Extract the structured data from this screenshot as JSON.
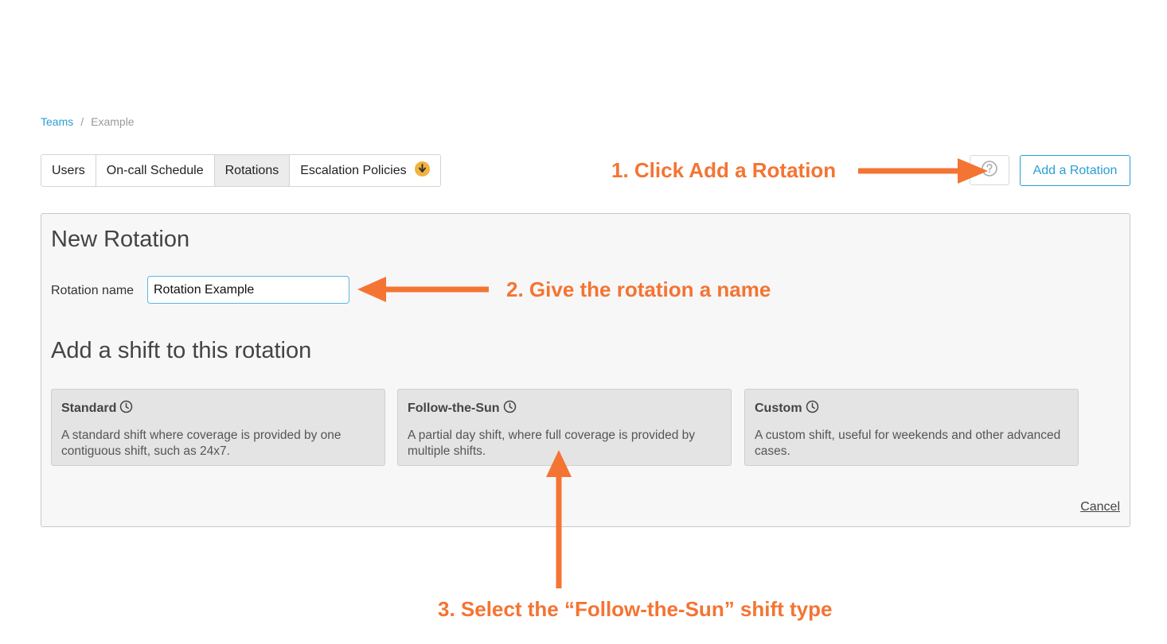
{
  "breadcrumb": {
    "teams": "Teams",
    "separator": "/",
    "current": "Example"
  },
  "tabs": [
    {
      "label": "Users",
      "active": false
    },
    {
      "label": "On-call Schedule",
      "active": false
    },
    {
      "label": "Rotations",
      "active": true
    },
    {
      "label": "Escalation Policies",
      "active": false,
      "badge_icon": "warning-badge-icon"
    }
  ],
  "toolbar": {
    "help_icon": "help-icon",
    "add_rotation_label": "Add a Rotation"
  },
  "rotation_form": {
    "title": "New Rotation",
    "name_label": "Rotation name",
    "name_value": "Rotation Example",
    "shift_section_title": "Add a shift to this rotation",
    "shifts": [
      {
        "title": "Standard",
        "description": "A standard shift where coverage is provided by one contiguous shift, such as 24x7."
      },
      {
        "title": "Follow-the-Sun",
        "description": "A partial day shift, where full coverage is provided by multiple shifts."
      },
      {
        "title": "Custom",
        "description": "A custom shift, useful for weekends and other advanced cases."
      }
    ],
    "cancel_label": "Cancel"
  },
  "annotations": {
    "step1": "1. Click Add a Rotation",
    "step2": "2. Give the rotation a name",
    "step3": "3. Select the “Follow-the-Sun” shift type"
  },
  "colors": {
    "accent": "#2a9fd6",
    "annotation": "#f47433",
    "badge": "#f2b33d"
  }
}
